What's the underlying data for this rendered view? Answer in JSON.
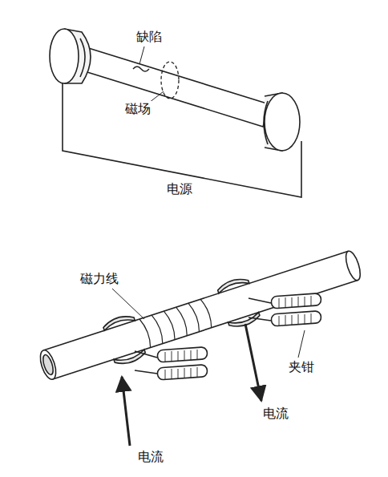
{
  "diagram": {
    "labels": [
      "缺陷",
      "磁场",
      "电源",
      "磁力线",
      "夹钳",
      "电流",
      "电流"
    ]
  }
}
